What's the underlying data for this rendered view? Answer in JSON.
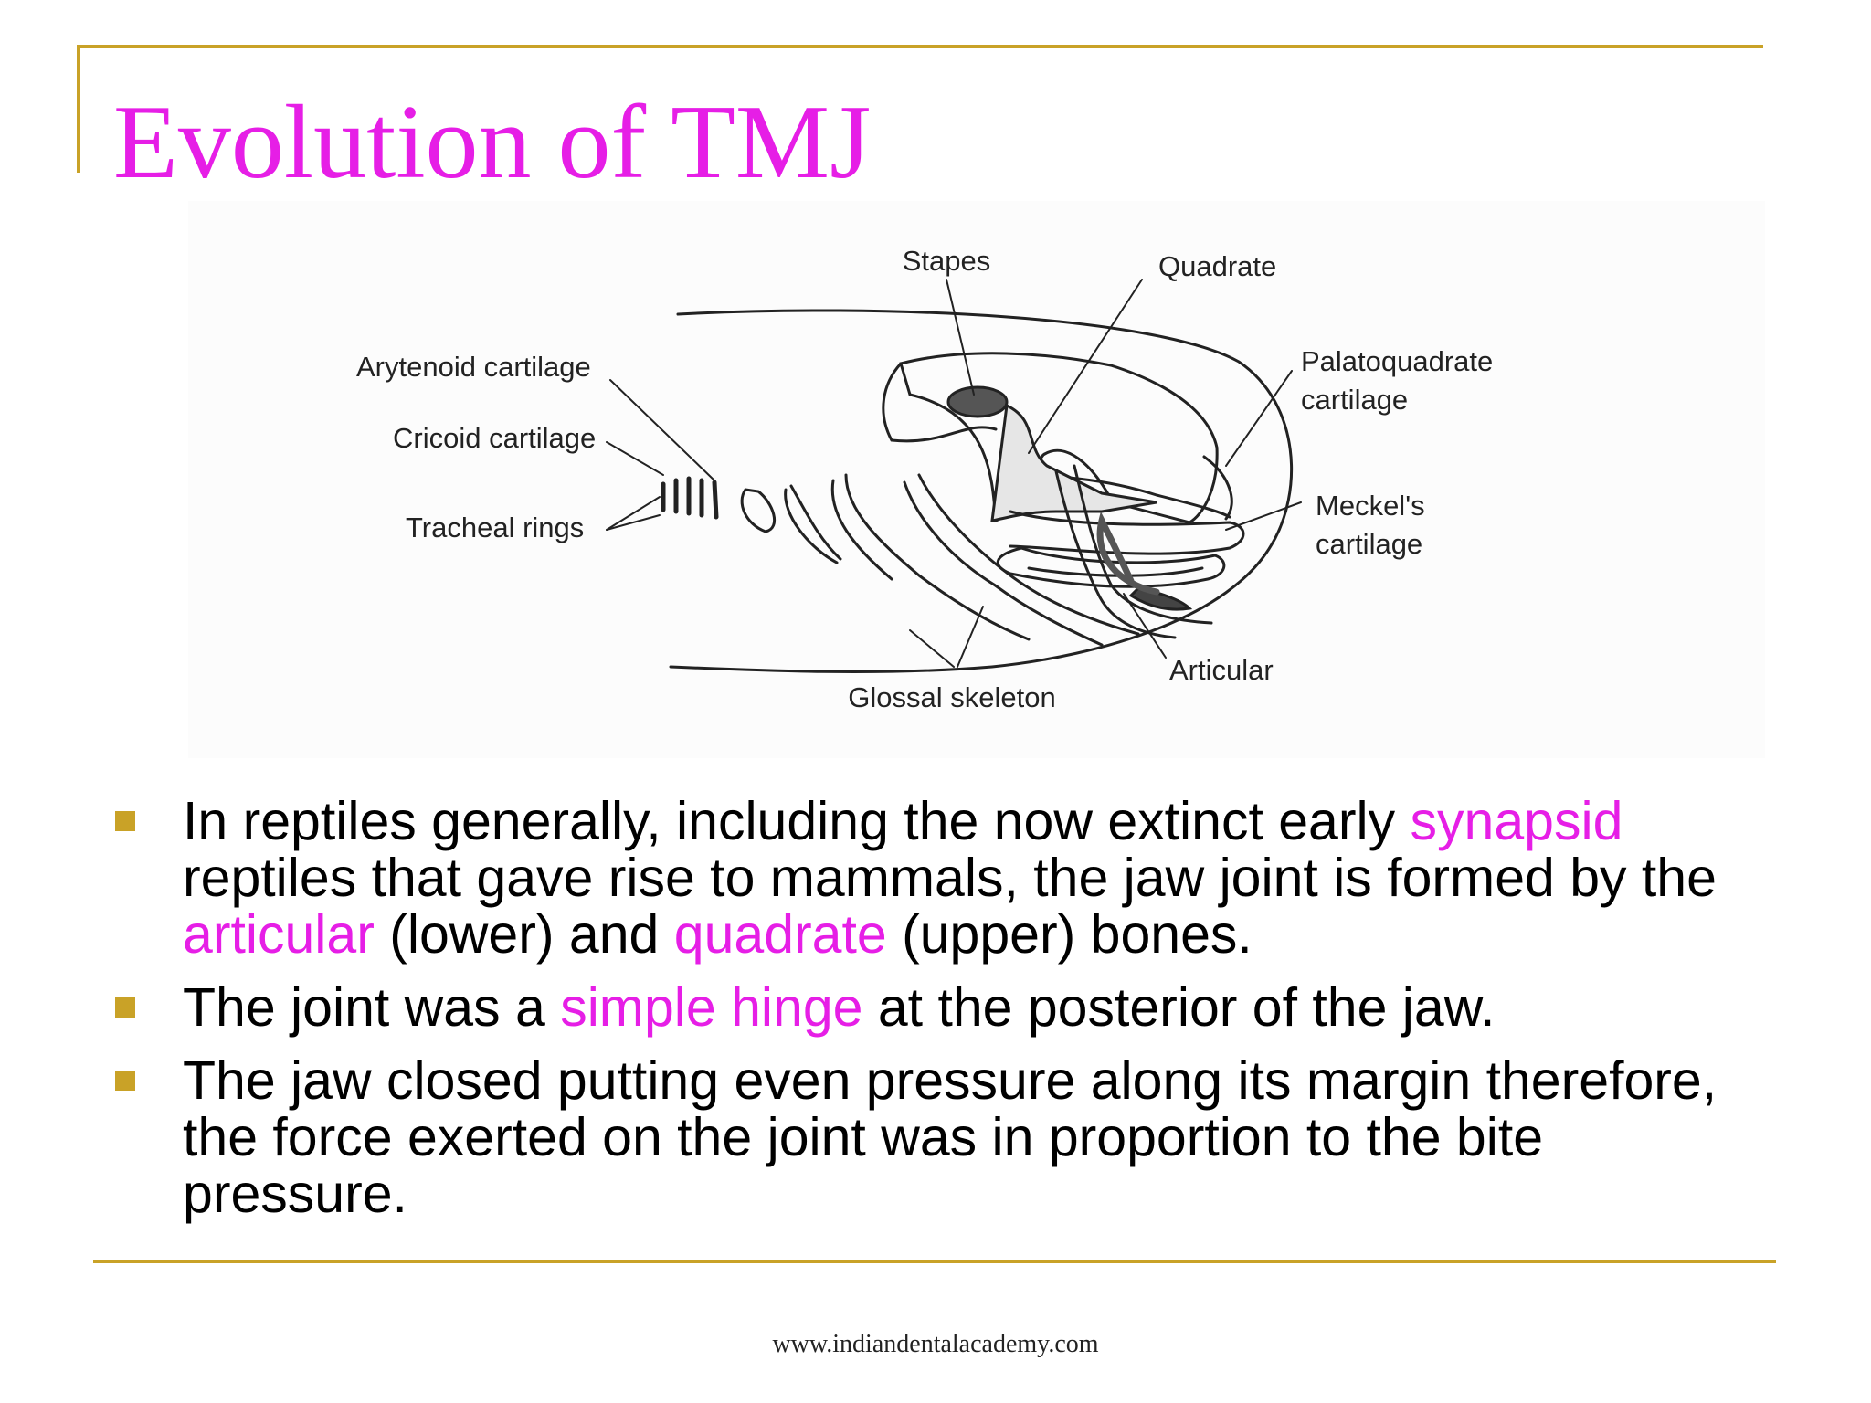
{
  "slide": {
    "title": "Evolution of TMJ",
    "footer": "www.indiandentalacademy.com"
  },
  "diagram": {
    "labels": {
      "stapes": "Stapes",
      "quadrate": "Quadrate",
      "arytenoid": "Arytenoid cartilage",
      "cricoid": "Cricoid cartilage",
      "tracheal": "Tracheal rings",
      "palatoquadrate_1": "Palatoquadrate",
      "palatoquadrate_2": "cartilage",
      "meckels_1": "Meckel's",
      "meckels_2": "cartilage",
      "articular": "Articular",
      "glossal": "Glossal skeleton"
    }
  },
  "bullets": [
    {
      "p1": "In reptiles generally, including the now extinct early ",
      "h1": "synapsid",
      "p2": " reptiles that gave rise to mammals, the jaw joint is formed by the ",
      "h2": "articular",
      "p3": " (lower) and ",
      "h3": "quadrate",
      "p4": " (upper) bones."
    },
    {
      "p1": "The joint was a ",
      "h1": "simple hinge",
      "p2": " at the posterior of the jaw."
    },
    {
      "p1": "The jaw closed putting even pressure along its margin therefore, the force exerted on the joint was in proportion to the bite pressure."
    }
  ],
  "colors": {
    "accent": "#e61ee6",
    "rule": "#c9a227"
  }
}
